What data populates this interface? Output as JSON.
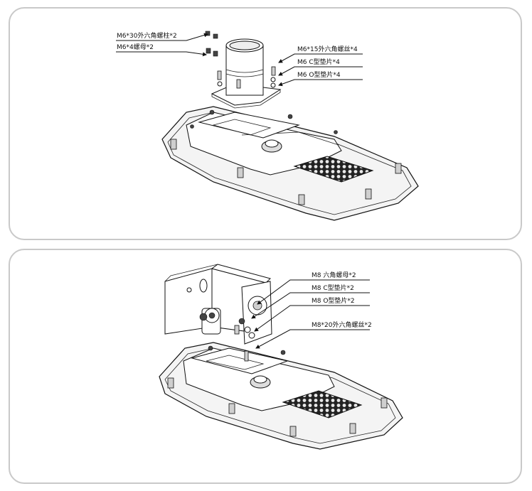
{
  "panel1": {
    "labels": {
      "stud": "M6*30外六角螺柱*2",
      "nut": "M6*4螺母*2",
      "screw": "M6*15外六角螺丝*4",
      "c_washer": "M6 C型垫片*4",
      "o_washer": "M6 O型垫片*4"
    }
  },
  "panel2": {
    "labels": {
      "hex_nut": "M8  六角螺母*2",
      "c_washer": "M8 C型垫片*2",
      "o_washer": "M8 O型垫片*2",
      "screw": "M8*20外六角螺丝*2"
    }
  }
}
